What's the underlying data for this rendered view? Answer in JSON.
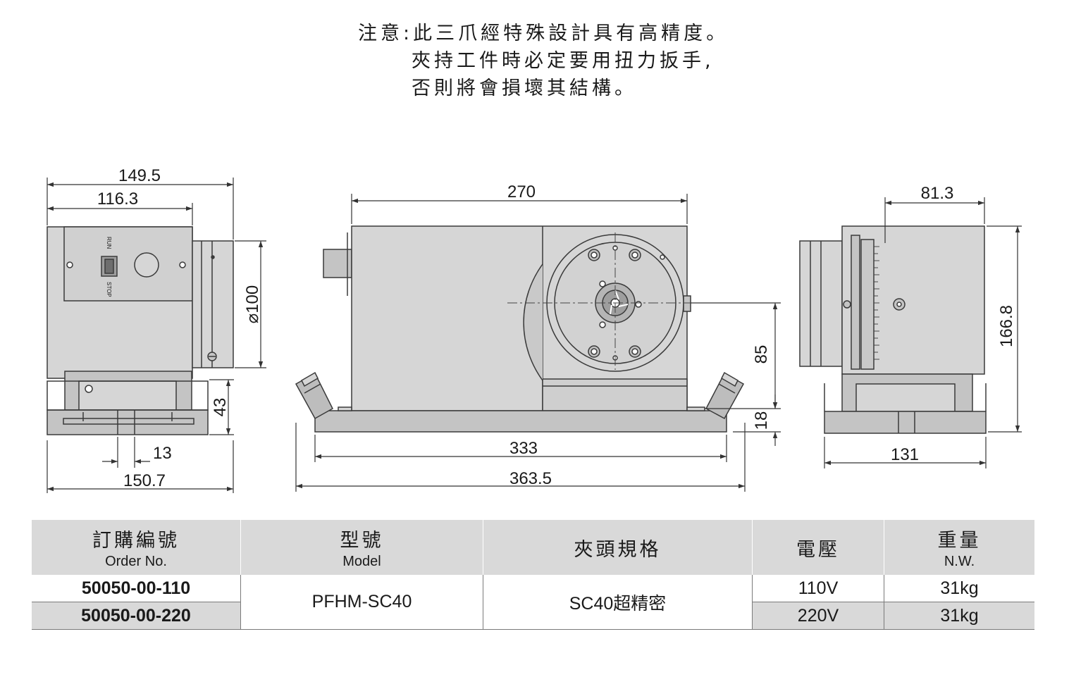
{
  "note": {
    "line1": "注意:此三爪經特殊設計具有高精度。",
    "line2": "夾持工件時必定要用扭力扳手,",
    "line3": "否則將會損壞其結構。"
  },
  "drawing": {
    "left_view": {
      "dim_width_total": "149.5",
      "dim_width_body": "116.3",
      "dim_diameter": "⌀100",
      "dim_base_height": "43",
      "dim_slot": "13",
      "dim_base_width": "150.7",
      "switch_run_label": "RUN",
      "switch_stop_label": "STOP"
    },
    "front_view": {
      "dim_body_length": "270",
      "dim_center_height": "85",
      "dim_base_thickness": "18",
      "dim_base_length": "333",
      "dim_overall_length": "363.5"
    },
    "right_view": {
      "dim_depth": "81.3",
      "dim_height": "166.8",
      "dim_base_width": "131"
    }
  },
  "table": {
    "headers": [
      {
        "zh": "訂購編號",
        "en": "Order No."
      },
      {
        "zh": "型號",
        "en": "Model"
      },
      {
        "zh": "夾頭規格",
        "en": ""
      },
      {
        "zh": "電壓",
        "en": ""
      },
      {
        "zh": "重量",
        "en": "N.W."
      }
    ],
    "rows": [
      {
        "order_no": "50050-00-110",
        "voltage": "110V",
        "weight": "31kg"
      },
      {
        "order_no": "50050-00-220",
        "voltage": "220V",
        "weight": "31kg"
      }
    ],
    "model": "PFHM-SC40",
    "chuck_spec": "SC40超精密"
  },
  "colors": {
    "line": "#3a3a3a",
    "body_fill": "#d6d6d6",
    "dark_fill": "#b5b5b5",
    "header_fill": "#d9d9d9"
  }
}
